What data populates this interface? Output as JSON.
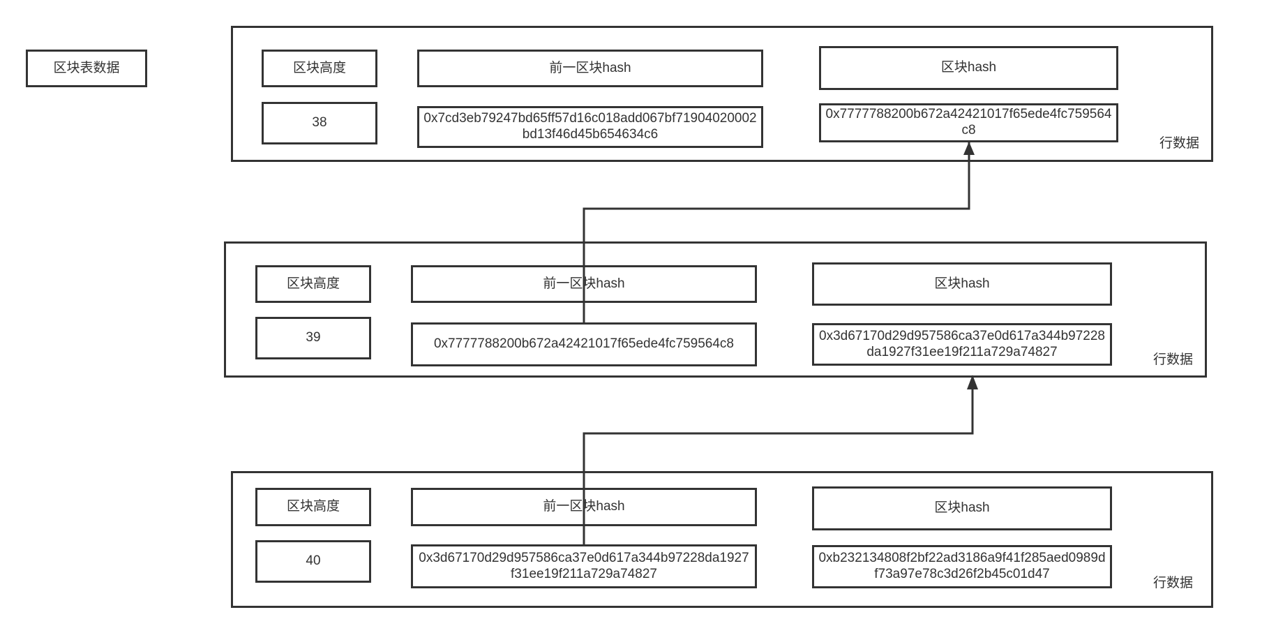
{
  "table_title": "区块表数据",
  "row_label": "行数据",
  "headers": {
    "height": "区块高度",
    "prev_hash": "前一区块hash",
    "hash": "区块hash"
  },
  "rows": [
    {
      "height": "38",
      "prev_hash": "0x7cd3eb79247bd65ff57d16c018add067bf71904020002bd13f46d45b654634c6",
      "hash": "0x7777788200b672a42421017f65ede4fc759564c8"
    },
    {
      "height": "39",
      "prev_hash": "0x7777788200b672a42421017f65ede4fc759564c8",
      "hash": "0x3d67170d29d957586ca37e0d617a344b97228da1927f31ee19f211a729a74827"
    },
    {
      "height": "40",
      "prev_hash": "0x3d67170d29d957586ca37e0d617a344b97228da1927f31ee19f211a729a74827",
      "hash": "0xb232134808f2bf22ad3186a9f41f285aed0989df73a97e78c3d26f2b45c01d47"
    }
  ]
}
